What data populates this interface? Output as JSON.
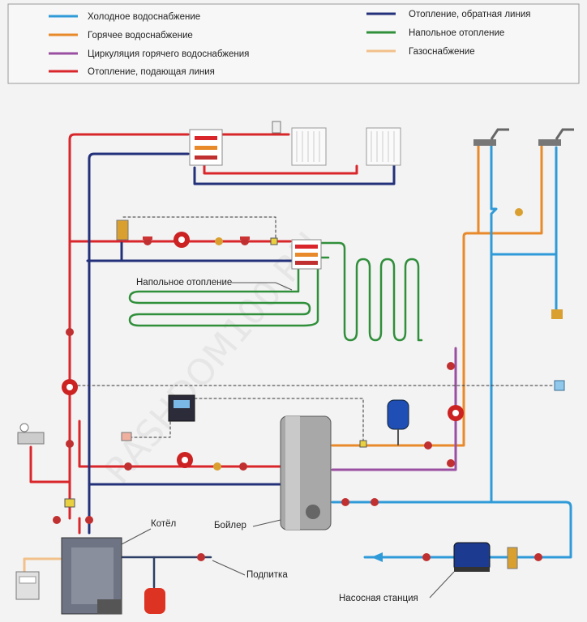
{
  "legend": {
    "left": [
      {
        "label": "Холодное водоснабжение",
        "color": "#2f9ad8"
      },
      {
        "label": "Горячее водоснабжение",
        "color": "#e8892a"
      },
      {
        "label": "Циркуляция горячего водоснабжения",
        "color": "#9a4fa0"
      },
      {
        "label": "Отопление, подающая линия",
        "color": "#d9262b"
      }
    ],
    "right": [
      {
        "label": "Отопление, обратная линия",
        "color": "#23307a"
      },
      {
        "label": "Напольное отопление",
        "color": "#2f8f3a"
      },
      {
        "label": "Газоснабжение",
        "color": "#f2c08a"
      }
    ]
  },
  "labels": {
    "floor_heating": "Напольное отопление",
    "boiler_unit": "Котёл",
    "water_heater": "Бойлер",
    "makeup": "Подпитка",
    "pump_station": "Насосная станция"
  },
  "watermark": "RASHDOM100.RU",
  "colors": {
    "cold": "#2f9ad8",
    "hot": "#e8892a",
    "circ": "#9a4fa0",
    "supply": "#d9262b",
    "return": "#23307a",
    "floor": "#2f8f3a",
    "gas": "#f2c08a"
  }
}
